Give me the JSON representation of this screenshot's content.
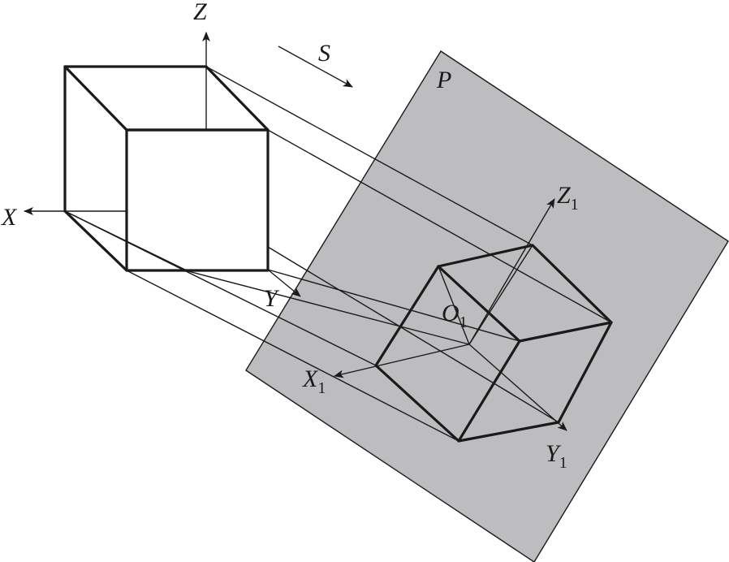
{
  "colors": {
    "plane_fill": "#bdbdbf",
    "stroke": "#1a1a1a",
    "background": "#ffffff"
  },
  "labels": {
    "z": "Z",
    "x": "X",
    "y": "Y",
    "s": "S",
    "p": "P",
    "z1_main": "Z",
    "z1_sub": "1",
    "x1_main": "X",
    "x1_sub": "1",
    "y1_main": "Y",
    "y1_sub": "1",
    "o1_main": "O",
    "o1_sub": "1"
  }
}
